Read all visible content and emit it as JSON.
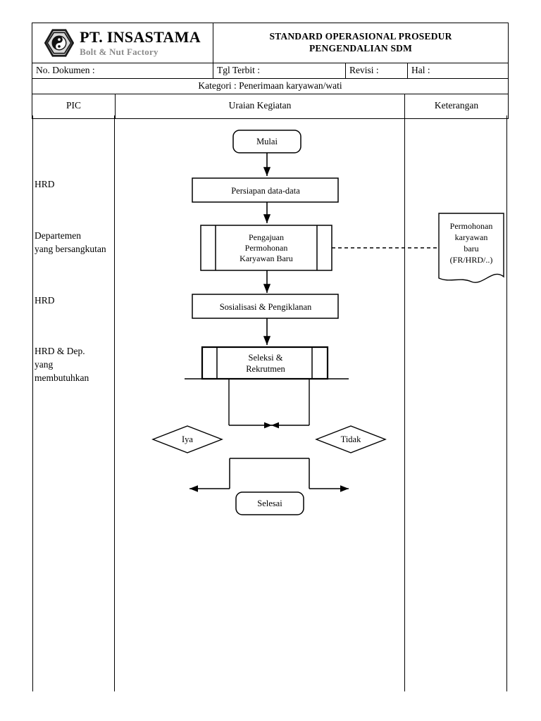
{
  "document": {
    "company": {
      "name": "PT. INSASTAMA",
      "tagline": "Bolt & Nut Factory",
      "logo_icon": "hexagon-yin-yang-logo"
    },
    "title_line1": "STANDARD OPERASIONAL PROSEDUR",
    "title_line2": "PENGENDALIAN SDM",
    "meta": {
      "no_dokumen": "No. Dokumen :",
      "tgl_terbit": "Tgl Terbit :",
      "revisi": "Revisi :",
      "hal": "Hal :"
    },
    "kategori": "Kategori :  Penerimaan karyawan/wati",
    "columns": {
      "pic": "PIC",
      "uraian": "Uraian Kegiatan",
      "keterangan": "Keterangan"
    }
  },
  "pic_entries": [
    {
      "label": "HRD"
    },
    {
      "label": "Departemen\nyang bersangkutan"
    },
    {
      "label": "HRD"
    },
    {
      "label": "HRD & Dep.\nyang\nmembutuhkan"
    }
  ],
  "pic_entries_flat": {
    "e0": "HRD",
    "e1_line1": "Departemen",
    "e1_line2": "yang bersangkutan",
    "e2": "HRD",
    "e3_line1": "HRD & Dep.",
    "e3_line2": "yang",
    "e3_line3": "membutuhkan"
  },
  "flowchart": {
    "type": "flowchart",
    "nodes": [
      {
        "id": "start",
        "shape": "terminator",
        "label": "Mulai"
      },
      {
        "id": "prep",
        "shape": "process",
        "label": "Persiapan data-data"
      },
      {
        "id": "request",
        "shape": "predefined-process",
        "label_line1": "Pengajuan",
        "label_line2": "Permohonan",
        "label_line3": "Karyawan Baru"
      },
      {
        "id": "socialize",
        "shape": "process",
        "label": "Sosialisasi & Pengiklanan"
      },
      {
        "id": "selection",
        "shape": "predefined-process",
        "label_line1": "Seleksi  &",
        "label_line2": "Rekrutmen"
      },
      {
        "id": "yes",
        "shape": "decision",
        "label": "Iya"
      },
      {
        "id": "no",
        "shape": "decision",
        "label": "Tidak"
      },
      {
        "id": "end",
        "shape": "terminator",
        "label": "Selesai"
      }
    ],
    "connectors": [
      {
        "from": "start",
        "to": "prep",
        "style": "solid-arrow"
      },
      {
        "from": "prep",
        "to": "request",
        "style": "solid-arrow"
      },
      {
        "from": "request",
        "to": "socialize",
        "style": "solid-arrow"
      },
      {
        "from": "socialize",
        "to": "selection",
        "style": "solid-arrow"
      },
      {
        "from": "request",
        "to": "document",
        "style": "dashed"
      }
    ]
  },
  "keterangan_items": [
    {
      "shape": "document",
      "line1": "Permohonan",
      "line2": "karyawan",
      "line3": "baru",
      "line4": "(FR/HRD/..)"
    }
  ],
  "colors": {
    "ink": "#000000",
    "paper": "#ffffff",
    "tagline_grey": "#8a8a8a"
  }
}
